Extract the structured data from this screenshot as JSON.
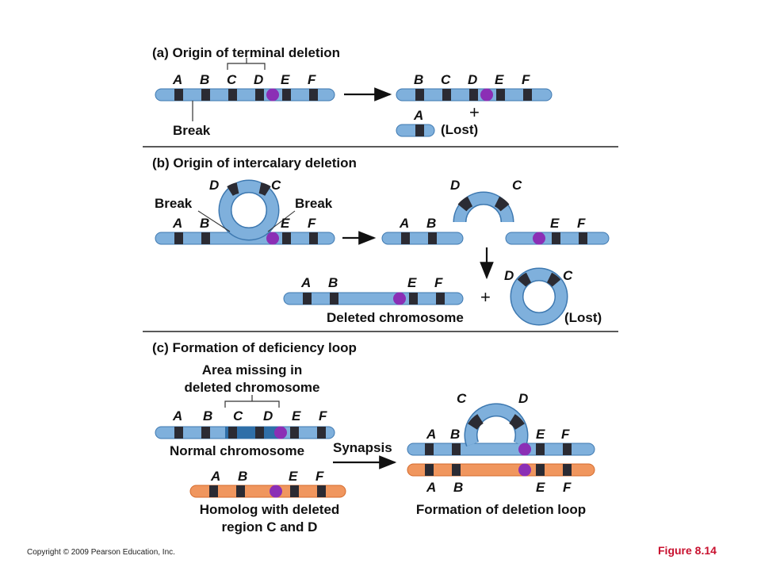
{
  "colors": {
    "chromosome_blue": "#7fb0dc",
    "chromosome_blue_dark": "#2f6fa8",
    "chromosome_orange": "#f0965e",
    "band": "#2b2b33",
    "centromere": "#8b2fb5",
    "figure_number": "#c8102e"
  },
  "panel_a": {
    "title": "(a) Origin of terminal deletion",
    "genes_left": [
      "A",
      "B",
      "C",
      "D",
      "E",
      "F"
    ],
    "genes_right": [
      "B",
      "C",
      "D",
      "E",
      "F"
    ],
    "fragment_gene": "A",
    "break_label": "Break",
    "plus": "+",
    "lost_label": "(Lost)"
  },
  "panel_b": {
    "title": "(b) Origin of intercalary deletion",
    "break_left": "Break",
    "break_right": "Break",
    "loop_genes": [
      "D",
      "C"
    ],
    "genes_left": [
      "A",
      "B",
      "E",
      "F"
    ],
    "right_loop_genes": [
      "D",
      "C"
    ],
    "genes_right": [
      "A",
      "B",
      "E",
      "F"
    ],
    "deleted_genes": [
      "A",
      "B",
      "E",
      "F"
    ],
    "deleted_caption": "Deleted chromosome",
    "plus": "+",
    "ring_genes": [
      "D",
      "C"
    ],
    "lost_label": "(Lost)"
  },
  "panel_c": {
    "title": "(c) Formation of deficiency loop",
    "area_missing_line1": "Area missing in",
    "area_missing_line2": "deleted chromosome",
    "normal_genes": [
      "A",
      "B",
      "C",
      "D",
      "E",
      "F"
    ],
    "normal_caption": "Normal chromosome",
    "synapsis_label": "Synapsis",
    "homolog_genes": [
      "A",
      "B",
      "E",
      "F"
    ],
    "homolog_caption_line1": "Homolog with deleted",
    "homolog_caption_line2": "region C and D",
    "loop_genes": [
      "C",
      "D"
    ],
    "loop_top_genes": [
      "A",
      "B",
      "E",
      "F"
    ],
    "loop_bottom_genes": [
      "A",
      "B",
      "E",
      "F"
    ],
    "loop_caption": "Formation of deletion loop"
  },
  "footer": {
    "copyright": "Copyright © 2009 Pearson Education, Inc.",
    "figure_number": "Figure 8.14"
  }
}
